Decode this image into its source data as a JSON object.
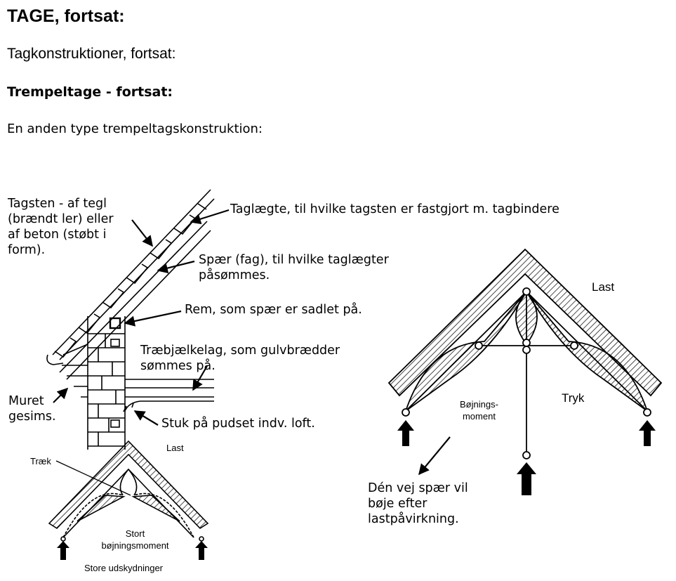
{
  "doc": {
    "title": "TAGE, fortsat:",
    "subtitle": "Tagkonstruktioner, fortsat:",
    "section": "Trempeltage - fortsat:",
    "intro": "En anden type trempeltagskonstruktion:"
  },
  "labels": {
    "tagsten": "Tagsten - af tegl\n(brændt ler) eller\naf beton (støbt i\nform).",
    "taglaegte": "Taglægte, til hvilke tagsten er fastgjort m. tagbindere",
    "spaer": "Spær (fag), til hvilke taglægter\npåsømmes.",
    "rem": "Rem, som spær er sadlet på.",
    "traebjaelke": "Træbjælkelag, som gulvbrædder\nsømmes på.",
    "muret": "Muret\ngesims.",
    "stuk": "Stuk på pudset indv. loft.",
    "den_vej": "Dén vej spær vil\nbøje efter\nlastpåvirkning."
  },
  "small_diagram": {
    "last": "Last",
    "traek": "Træk",
    "stort": "Stort\nbøjningsmoment",
    "store": "Store udskydninger"
  },
  "large_diagram": {
    "last": "Last",
    "tryk": "Tryk",
    "bojning": "Bøjnings-\nmoment"
  }
}
